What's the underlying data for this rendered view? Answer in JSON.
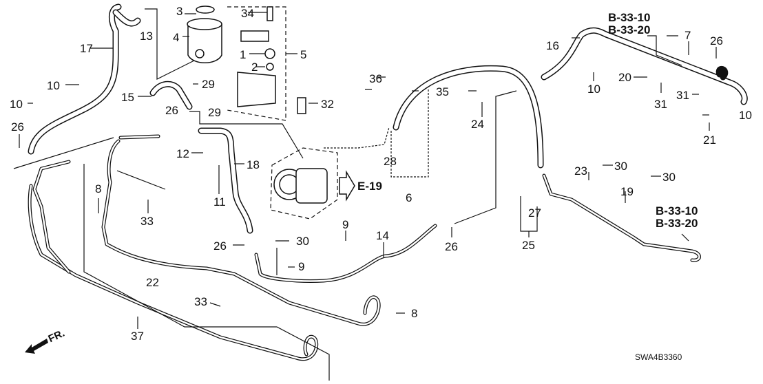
{
  "diagram": {
    "title_code": "SWA4B3360",
    "front_indicator": "FR.",
    "reference_e19": "E-19",
    "references": {
      "top_right": [
        "B-33-10",
        "B-33-20"
      ],
      "lower_right": [
        "B-33-10",
        "B-33-20"
      ]
    },
    "callouts": {
      "c1": "1",
      "c2": "2",
      "c3": "3",
      "c4": "4",
      "c5": "5",
      "c6": "6",
      "c7": "7",
      "c8a": "8",
      "c8b": "8",
      "c9a": "9",
      "c9b": "9",
      "c10a": "10",
      "c10b": "10",
      "c10c": "10",
      "c10d": "10",
      "c11": "11",
      "c12": "12",
      "c13": "13",
      "c14": "14",
      "c15": "15",
      "c16": "16",
      "c17": "17",
      "c18": "18",
      "c19": "19",
      "c20": "20",
      "c21": "21",
      "c22": "22",
      "c23": "23",
      "c24": "24",
      "c25": "25",
      "c26a": "26",
      "c26b": "26",
      "c26c": "26",
      "c26d": "26",
      "c26e": "26",
      "c27": "27",
      "c28": "28",
      "c29a": "29",
      "c29b": "29",
      "c30a": "30",
      "c30b": "30",
      "c30c": "30",
      "c31a": "31",
      "c31b": "31",
      "c32": "32",
      "c33a": "33",
      "c33b": "33",
      "c34": "34",
      "c35": "35",
      "c36": "36",
      "c37": "37"
    }
  }
}
